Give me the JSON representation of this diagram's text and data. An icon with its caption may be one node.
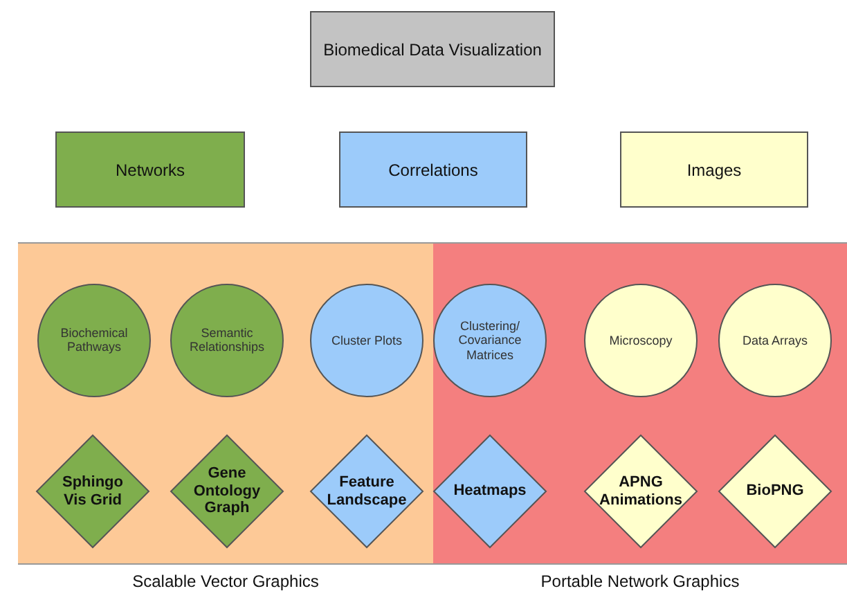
{
  "diagram": {
    "nodes": [
      {
        "text": [
          "Biomedical Data Visualization"
        ]
      },
      {
        "text": [
          "Networks"
        ]
      },
      {
        "text": [
          "Correlations"
        ]
      },
      {
        "text": [
          "Images"
        ]
      },
      {
        "text": [
          "Scalable Vector Graphics"
        ]
      },
      {
        "text": [
          "Biochemical Pathways"
        ],
        "in": 4
      },
      {
        "text": [
          "Semantic Relationships"
        ],
        "in": 4
      },
      {
        "text": [
          "Cluster Plots"
        ],
        "in": 4
      },
      {
        "text": [
          "Sphingo Vis Grid"
        ],
        "in": 4
      },
      {
        "text": [
          "Gene Ontology Graph"
        ],
        "in": 4
      },
      {
        "text": [
          "Feature Landscape"
        ],
        "in": 4
      },
      {
        "text": [
          "Portable Network Graphics"
        ]
      },
      {
        "text": [
          "Clustering/ Covariance Matrices"
        ],
        "in": 11
      },
      {
        "text": [
          "Microscopy"
        ],
        "in": 11
      },
      {
        "text": [
          "Data Arrays"
        ],
        "in": 11
      },
      {
        "text": [
          "Heatmaps"
        ],
        "in": 11
      },
      {
        "text": [
          "APNG Animations"
        ],
        "in": 11
      },
      {
        "text": [
          "BioPNG"
        ],
        "in": 11
      }
    ]
  }
}
